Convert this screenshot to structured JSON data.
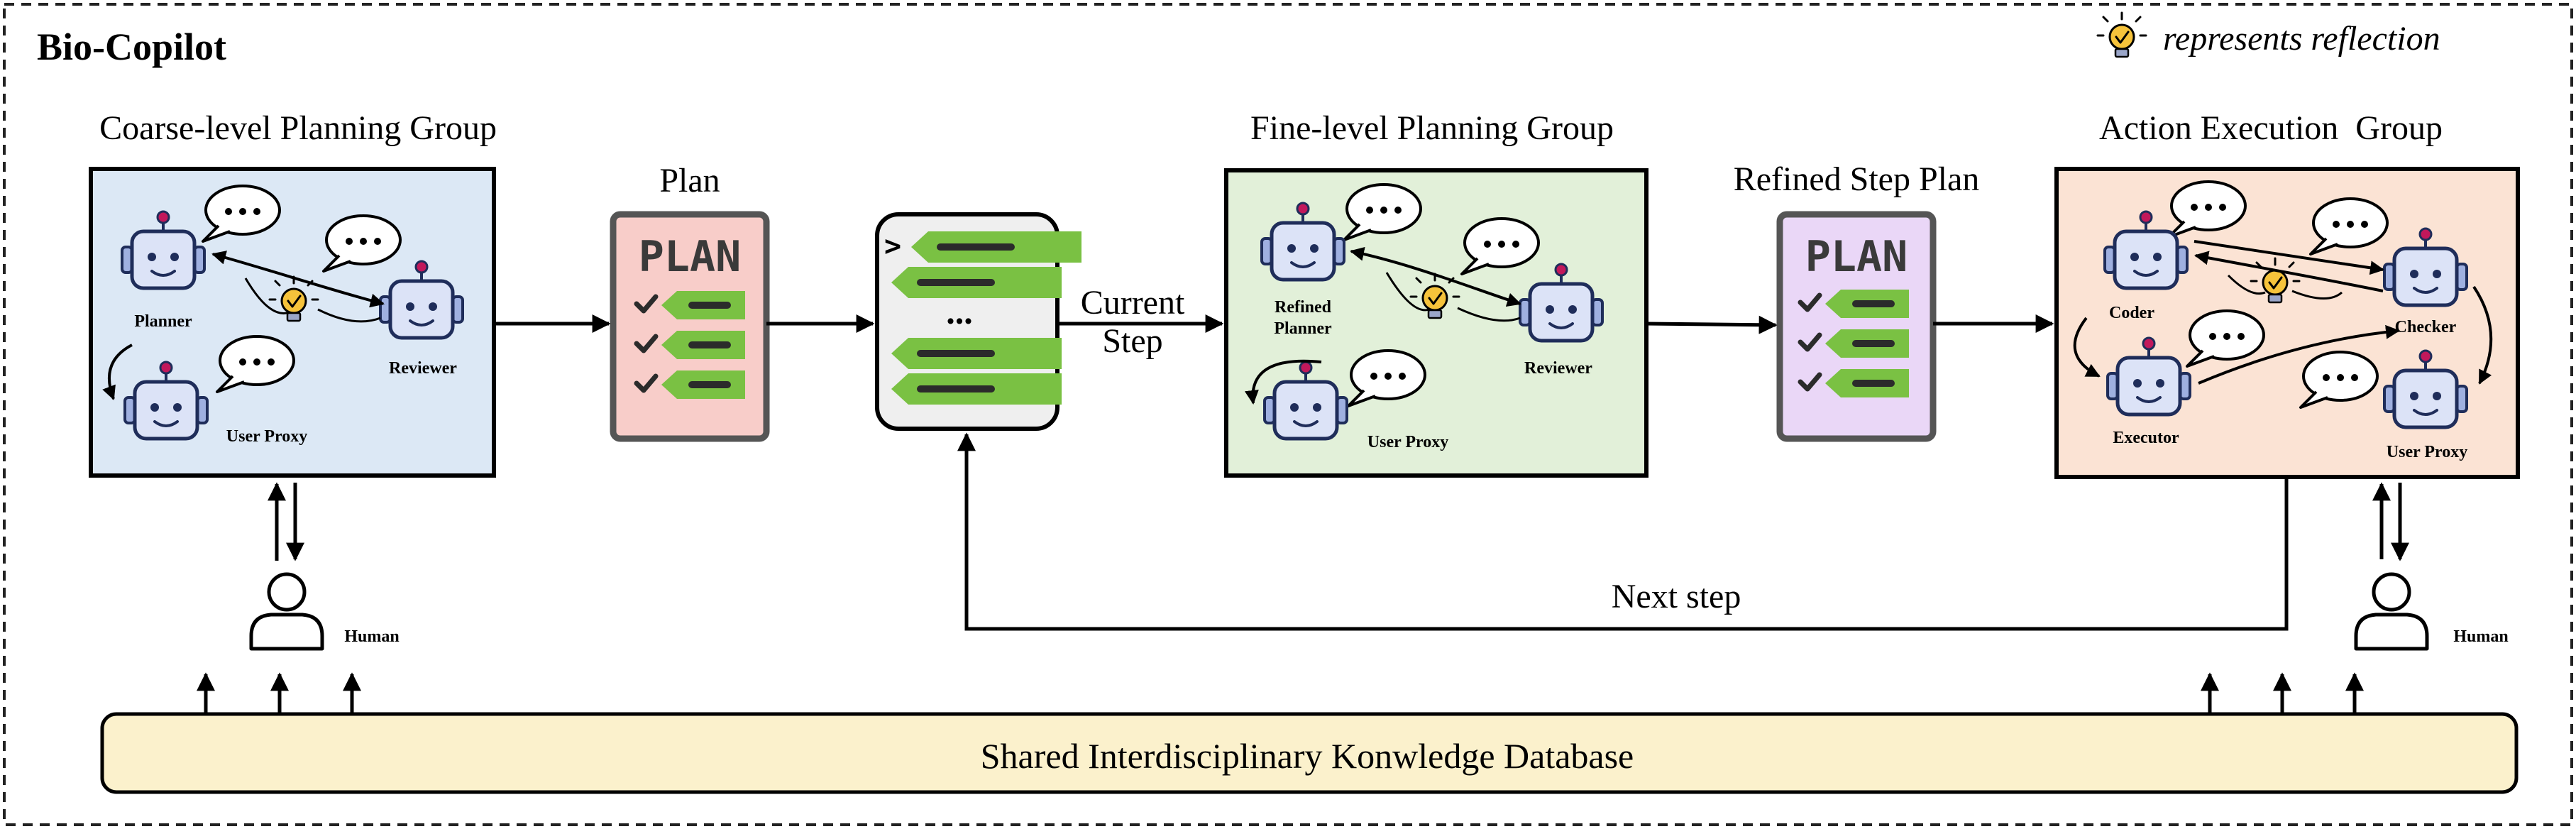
{
  "title": "Bio-Copilot",
  "legend": {
    "text": "represents reflection",
    "icon": "lightbulb-check-icon"
  },
  "groups": {
    "coarse": {
      "label": "Coarse-level Planning Group",
      "agents": {
        "planner": "Planner",
        "reviewer": "Reviewer",
        "user_proxy": "User Proxy"
      }
    },
    "fine": {
      "label": "Fine-level Planning Group",
      "agents": {
        "refined_planner": "Refined Planner",
        "reviewer": "Reviewer",
        "user_proxy": "User Proxy"
      }
    },
    "action": {
      "label": "Action Execution  Group",
      "agents": {
        "coder": "Coder",
        "checker": "Checker",
        "executor": "Executor",
        "user_proxy": "User Proxy"
      }
    }
  },
  "plan": {
    "label": "Plan",
    "card_text": "PLAN"
  },
  "refined_plan": {
    "label": "Refined Step Plan",
    "card_text": "PLAN"
  },
  "step_list": {
    "prompt": ">",
    "ellipsis": "..."
  },
  "current_step": "Current Step",
  "next_step": "Next step",
  "human": "Human",
  "database": "Shared Interdisciplinary Konwledge Database",
  "colors": {
    "coarse_fill": "#dce8f5",
    "fine_fill": "#e2f0d9",
    "action_fill": "#fbe3d4",
    "plan_fill": "#f8cdc9",
    "refined_plan_fill": "#ead7f7",
    "steps_fill": "#efefef",
    "database_fill": "#fbf1cc",
    "robot_fill": "#dce3f7",
    "robot_stroke": "#1f2d5a",
    "antenna": "#c2185b",
    "green_bar": "#7ac143"
  }
}
